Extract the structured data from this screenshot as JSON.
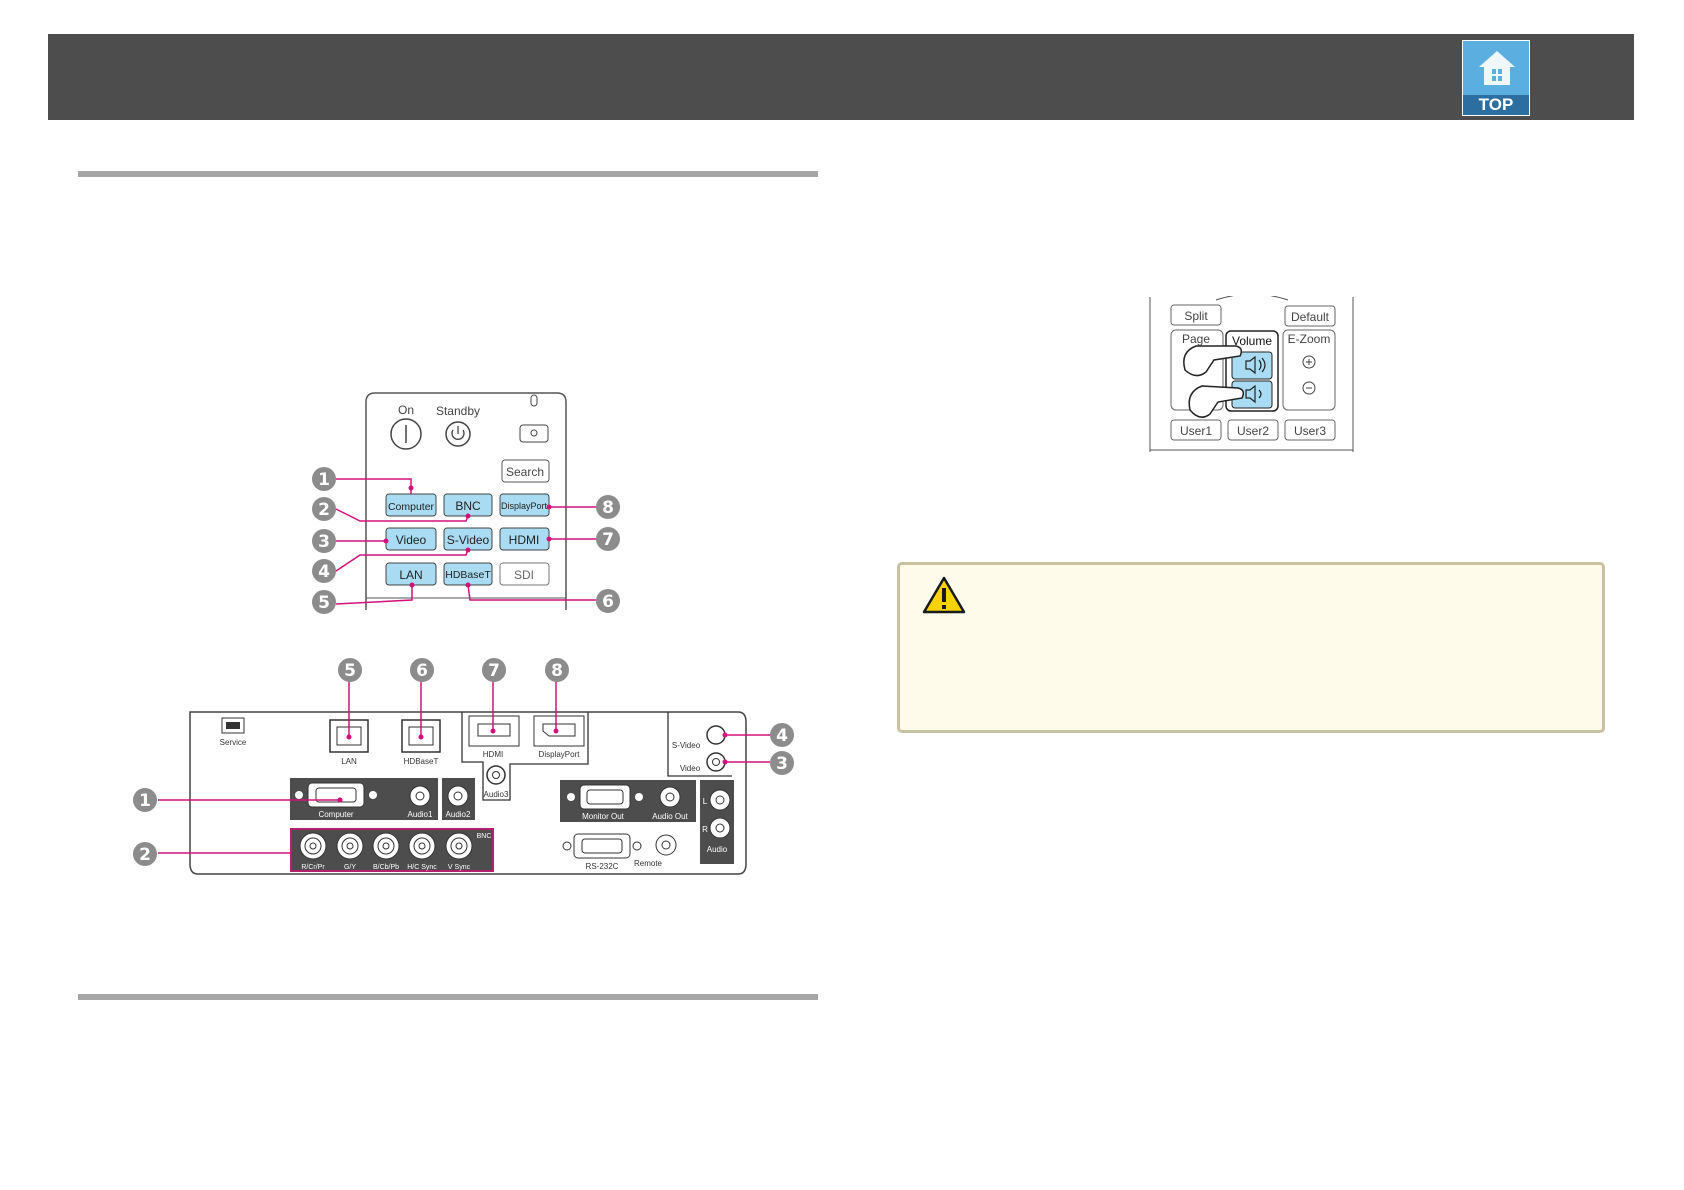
{
  "header": {
    "top_button_label": "TOP"
  },
  "remote_panel": {
    "on": "On",
    "standby": "Standby",
    "search": "Search",
    "computer": "Computer",
    "bnc": "BNC",
    "displayport": "DisplayPort",
    "video": "Video",
    "svideo": "S-Video",
    "hdmi": "HDMI",
    "lan": "LAN",
    "hdbaset": "HDBaseT",
    "sdi": "SDI",
    "callouts": [
      "1",
      "2",
      "3",
      "4",
      "5",
      "6",
      "7",
      "8"
    ]
  },
  "rear_panel": {
    "service": "Service",
    "lan": "LAN",
    "hdbaset": "HDBaseT",
    "hdmi": "HDMI",
    "displayport": "DisplayPort",
    "audio3": "Audio3",
    "svideo": "S-Video",
    "video": "Video",
    "computer": "Computer",
    "audio1": "Audio1",
    "audio2": "Audio2",
    "monitor_out": "Monitor Out",
    "audio_out": "Audio Out",
    "l": "L",
    "r": "R",
    "audio": "Audio",
    "bnc": "BNC",
    "rcrpr": "R/Cr/Pr",
    "gy": "G/Y",
    "bcbpb": "B/Cb/Pb",
    "hcsync": "H/C Sync",
    "vsync": "V Sync",
    "rs232c": "RS-232C",
    "remote": "Remote",
    "callouts": [
      "5",
      "6",
      "7",
      "8",
      "4",
      "3",
      "1",
      "2"
    ]
  },
  "volume_remote": {
    "split": "Split",
    "default": "Default",
    "page": "Page",
    "volume": "Volume",
    "ezoom": "E-Zoom",
    "user1": "User1",
    "user2": "User2",
    "user3": "User3"
  },
  "colors": {
    "header_bg": "#4d4d4d",
    "callout_line": "#d4117a",
    "highlight_button": "#a9dcf2",
    "warning_bg": "#fffbea"
  }
}
